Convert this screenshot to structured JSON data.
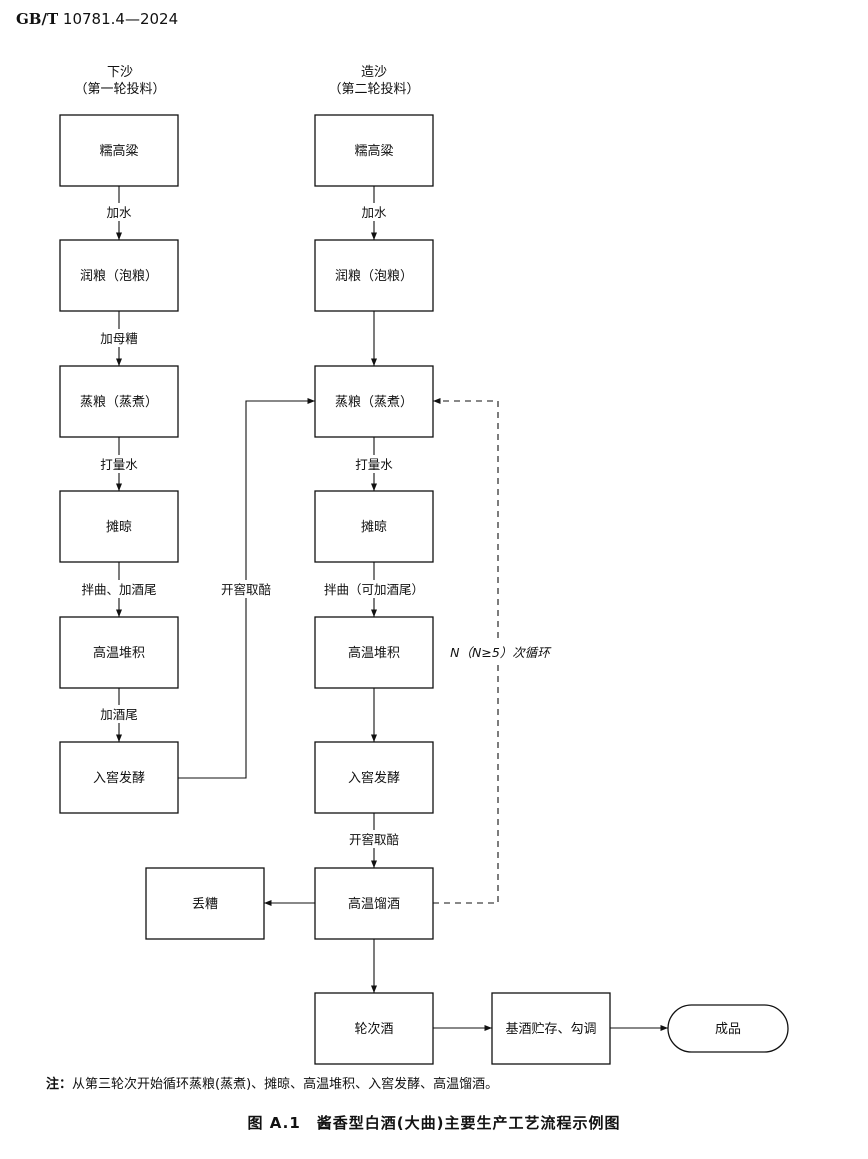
{
  "header": {
    "std_prefix": "GB/T",
    "std_number": "10781.4—2024"
  },
  "column_left": {
    "title_line1": "下沙",
    "title_line2": "（第一轮投料）"
  },
  "column_mid": {
    "title_line1": "造沙",
    "title_line2": "（第二轮投料）"
  },
  "boxes": {
    "left_grain": "糯高粱",
    "left_soak": "润粮（泡粮）",
    "left_steam": "蒸粮（蒸煮）",
    "left_cool": "摊晾",
    "left_pile": "高温堆积",
    "left_ferment": "入窖发酵",
    "mid_grain": "糯高粱",
    "mid_soak": "润粮（泡粮）",
    "mid_steam": "蒸粮（蒸煮）",
    "mid_cool": "摊晾",
    "mid_pile": "高温堆积",
    "mid_ferment": "入窖发酵",
    "mid_distill": "高温馏酒",
    "waste": "丢糟",
    "round_liquor": "轮次酒",
    "storage": "基酒贮存、勾调",
    "product": "成品"
  },
  "labels": {
    "left_water": "加水",
    "left_mother": "加母糟",
    "left_flushwater": "打量水",
    "left_qu": "拌曲、加酒尾",
    "left_tail": "加酒尾",
    "transfer": "开窖取醅",
    "mid_water": "加水",
    "mid_flushwater": "打量水",
    "mid_qu": "拌曲（可加酒尾）",
    "mid_open": "开窖取醅",
    "cycle": "N（N≥5）次循环"
  },
  "note": {
    "head": "注：",
    "text": "从第三轮次开始循环蒸粮(蒸煮)、摊晾、高温堆积、入窖发酵、高温馏酒。"
  },
  "caption": "图 A.1　酱香型白酒(大曲)主要生产工艺流程示例图"
}
